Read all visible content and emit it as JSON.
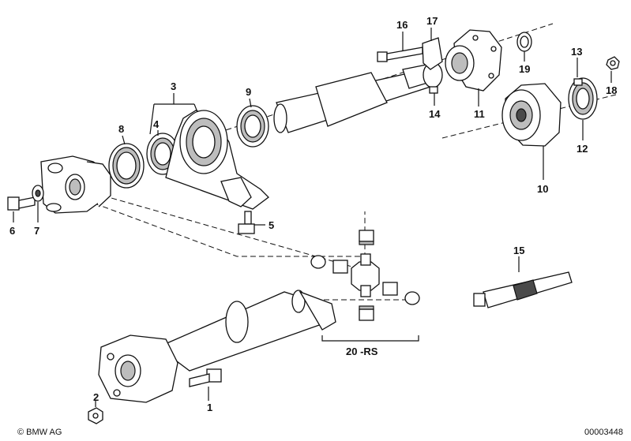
{
  "diagram": {
    "callouts": {
      "c1": "1",
      "c2": "2",
      "c3": "3",
      "c4": "4",
      "c5": "5",
      "c6": "6",
      "c7": "7",
      "c8": "8",
      "c9": "9",
      "c10": "10",
      "c11": "11",
      "c12": "12",
      "c13": "13",
      "c14": "14",
      "c15": "15",
      "c16": "16",
      "c17": "17",
      "c18": "18",
      "c19": "19",
      "c20": "20 -RS"
    },
    "footer": {
      "brand": "© BMW AG",
      "image_number": "00003448"
    }
  }
}
